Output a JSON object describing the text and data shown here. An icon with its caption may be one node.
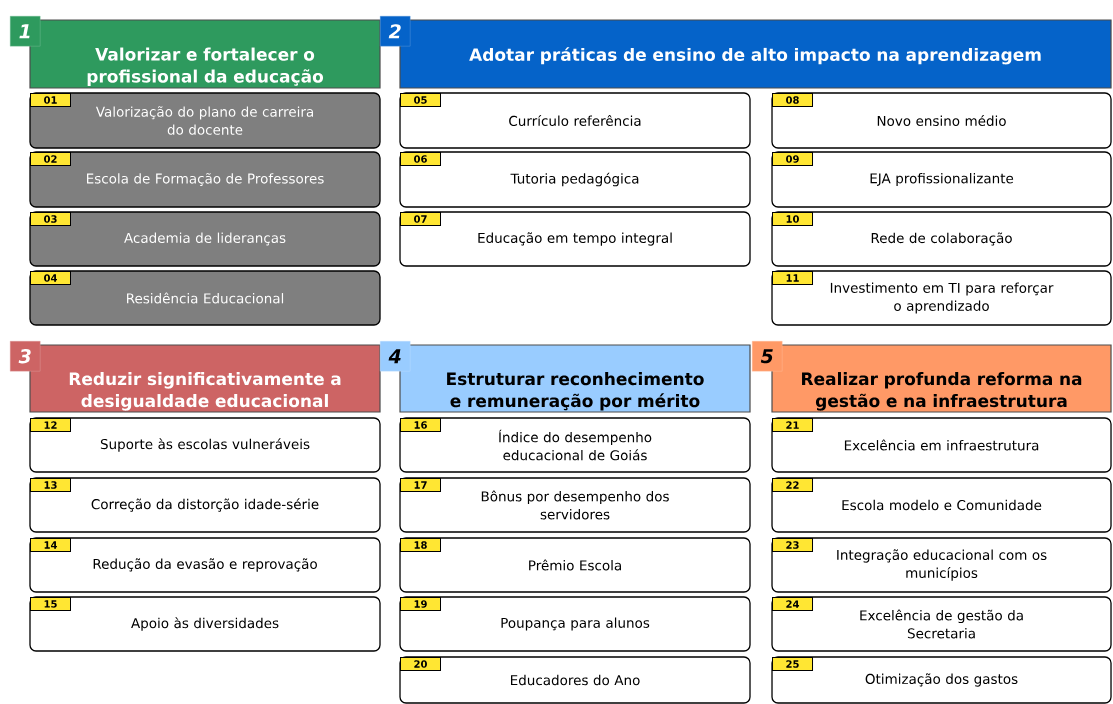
{
  "diagram": {
    "nodes": [
      {
        "text": [
          "1",
          "Valorizar e fortalecer o profissional da educação"
        ]
      },
      {
        "text": [
          "01",
          "Valorização do plano de carreira do docente"
        ]
      },
      {
        "text": [
          "02",
          "Escola de Formação de Professores"
        ]
      },
      {
        "text": [
          "03",
          "Academia de lideranças"
        ]
      },
      {
        "text": [
          "04",
          "Residência Educacional"
        ]
      },
      {
        "text": [
          "2",
          "Adotar práticas de ensino de alto impacto na aprendizagem"
        ]
      },
      {
        "text": [
          "05",
          "Currículo referência"
        ]
      },
      {
        "text": [
          "06",
          "Tutoria pedagógica"
        ]
      },
      {
        "text": [
          "07",
          "Educação em tempo integral"
        ]
      },
      {
        "text": [
          "08",
          "Novo ensino médio"
        ]
      },
      {
        "text": [
          "09",
          "EJA profissionalizante"
        ]
      },
      {
        "text": [
          "10",
          "Rede de colaboração"
        ]
      },
      {
        "text": [
          "11",
          "Investimento em TI para reforçar o aprendizado"
        ]
      },
      {
        "text": [
          "3",
          "Reduzir significativamente a desigualdade educacional"
        ]
      },
      {
        "text": [
          "12",
          "Suporte às escolas vulneráveis"
        ]
      },
      {
        "text": [
          "13",
          "Correção da distorção idade-série"
        ]
      },
      {
        "text": [
          "14",
          "Redução da evasão e reprovação"
        ]
      },
      {
        "text": [
          "15",
          "Apoio às diversidades"
        ]
      },
      {
        "text": [
          "4",
          "Estruturar reconhecimento e remuneração por mérito"
        ]
      },
      {
        "text": [
          "16",
          "Índice do desempenho educacional de Goiás"
        ]
      },
      {
        "text": [
          "17",
          "Bônus por desempenho dos servidores"
        ]
      },
      {
        "text": [
          "18",
          "Prêmio Escola"
        ]
      },
      {
        "text": [
          "19",
          "Poupança para alunos"
        ]
      },
      {
        "text": [
          "20",
          "Educadores do Ano"
        ]
      },
      {
        "text": [
          "5",
          "Realizar profunda reforma na gestão e na infraestrutura"
        ]
      },
      {
        "text": [
          "21",
          "Excelência em infraestrutura"
        ]
      },
      {
        "text": [
          "22",
          "Escola modelo e Comunidade"
        ]
      },
      {
        "text": [
          "23",
          "Integração educacional com os municípios"
        ]
      },
      {
        "text": [
          "24",
          "Excelência de gestão da Secretaria"
        ]
      },
      {
        "text": [
          "25",
          "Otimização dos gastos"
        ]
      }
    ]
  }
}
